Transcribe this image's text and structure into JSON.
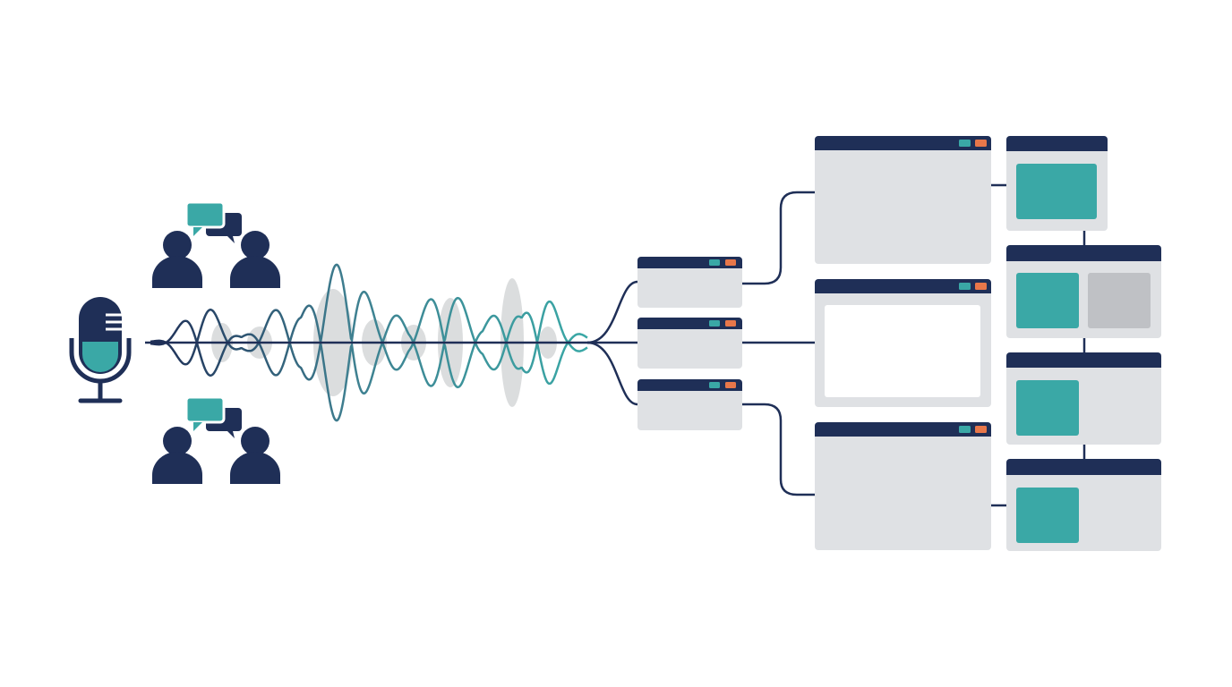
{
  "colors": {
    "navy": "#1f2f57",
    "teal": "#3aa8a6",
    "window_body": "#dfe1e4",
    "window_inner": "#ffffff",
    "tile_gray": "#bfc1c5",
    "shadow_wave": "#cfd1d3",
    "window_button_teal": "#3aa8a6",
    "window_button_orange": "#e8774a"
  },
  "icons": {
    "microphone": "microphone-icon",
    "speakers": "people-icon",
    "chat": "speech-bubble-icon"
  },
  "diagram": {
    "sources": [
      "microphone",
      "speaker-group-top",
      "speaker-group-bottom"
    ],
    "stages": [
      "audio-waveform",
      "small-windows",
      "large-windows",
      "card-stack"
    ],
    "small_window_count": 3,
    "large_window_count": 3,
    "card_count": 4
  }
}
